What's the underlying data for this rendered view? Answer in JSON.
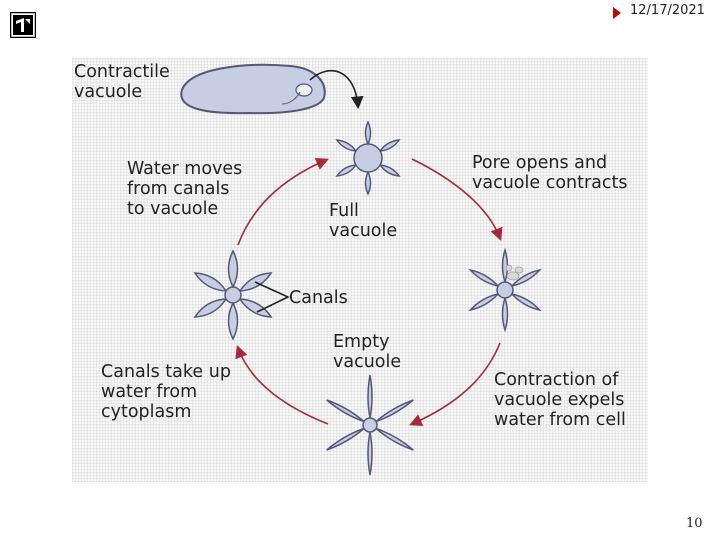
{
  "header": {
    "date": "12/17/2021"
  },
  "footer": {
    "page_number": "10"
  },
  "colors": {
    "arrow": "#a52a3a",
    "cell_fill": "#c7cde3",
    "cell_stroke": "#505a78"
  },
  "icons": {
    "logo": "slide-logo-icon",
    "date_marker": "triangle-right-icon"
  },
  "labels": {
    "contractile": [
      "Contractile",
      "vacuole"
    ],
    "water_moves": [
      "Water moves",
      "from canals",
      "to vacuole"
    ],
    "pore_opens": [
      "Pore opens and",
      "vacuole contracts"
    ],
    "full": [
      "Full",
      "vacuole"
    ],
    "canals": "Canals",
    "empty": [
      "Empty",
      "vacuole"
    ],
    "canals_take_up": [
      "Canals take up",
      "water from",
      "cytoplasm"
    ],
    "contraction": [
      "Contraction of",
      "vacuole expels",
      "water from cell"
    ]
  }
}
